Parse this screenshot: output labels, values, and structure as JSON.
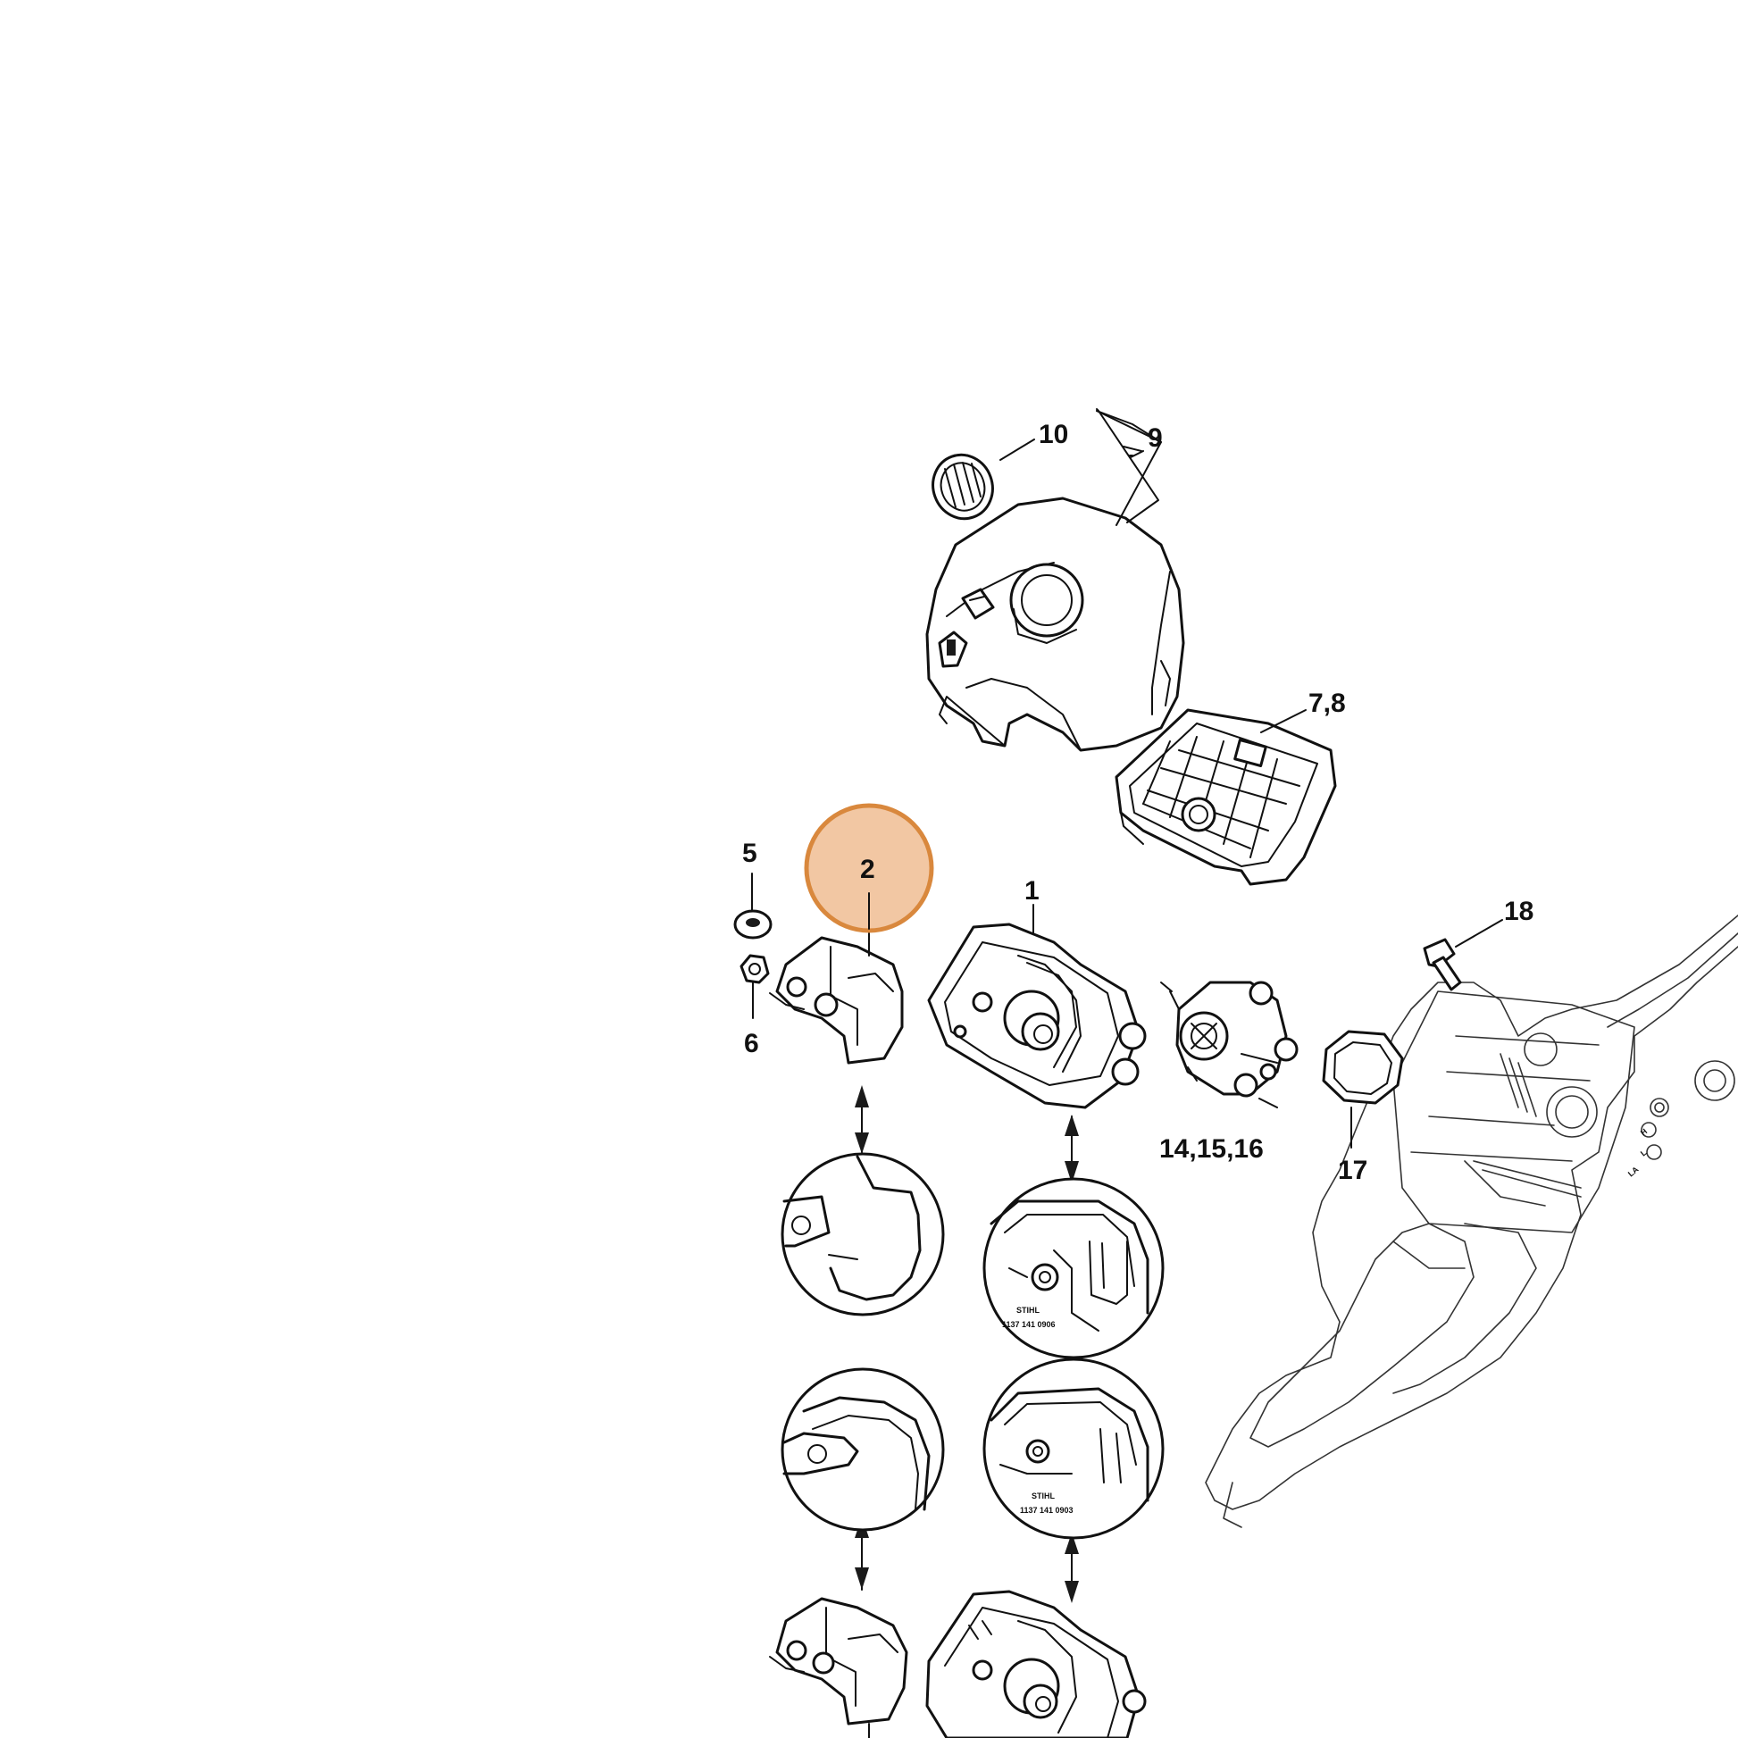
{
  "labels": {
    "p10": "10",
    "p9": "9",
    "p78": "7,8",
    "p5": "5",
    "p2": "2",
    "p1": "1",
    "p6": "6",
    "p18": "18",
    "p141516": "14,15,16",
    "p17": "17"
  },
  "detail_text": {
    "brand_upper": "STIHL",
    "code_upper": "1137 141 0906",
    "brand_lower": "STIHL",
    "code_lower": "1137 141 0903"
  },
  "housing_marks": {
    "h": "H",
    "l": "L",
    "la": "LA"
  },
  "colors": {
    "highlight_fill": "#f2c7a3",
    "highlight_stroke": "#d9883d",
    "line": "#111111"
  }
}
